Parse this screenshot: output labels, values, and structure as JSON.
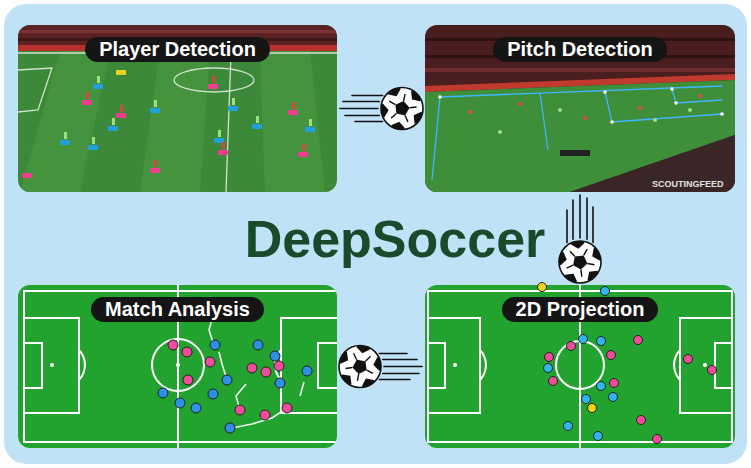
{
  "diagram": {
    "title": "DeepSoccer",
    "nodes": [
      {
        "text": [
          "Player Detection"
        ]
      },
      {
        "text": [
          "Pitch Detection"
        ]
      },
      {
        "text": [
          "Match Analysis"
        ]
      },
      {
        "text": [
          "2D Projection"
        ]
      }
    ],
    "edges": [
      {
        "from": 0,
        "to": 1,
        "arrow": "to"
      },
      {
        "from": 1,
        "to": 3,
        "arrow": "to"
      },
      {
        "from": 3,
        "to": 2,
        "arrow": "to"
      }
    ],
    "labels": [
      "SCOUTINGFEED"
    ]
  }
}
